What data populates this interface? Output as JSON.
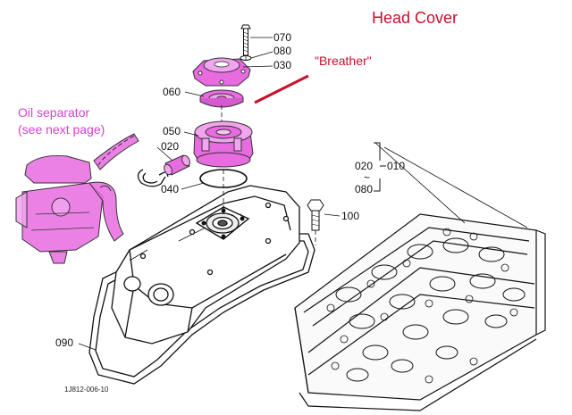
{
  "title": "Head Cover",
  "annotations": {
    "breather": "\"Breather\"",
    "oil_separator_line1": "Oil separator",
    "oil_separator_line2": "(see next page)"
  },
  "part_numbers": {
    "p070": "070",
    "p080": "080",
    "p030": "030",
    "p060": "060",
    "p050": "050",
    "p020": "020",
    "p040": "040",
    "p010": "010",
    "range_start": "020",
    "range_tilde": "~",
    "range_end": "080",
    "p100": "100",
    "p090": "090"
  },
  "figure_code": "1J812-006-10",
  "colors": {
    "title_red": "#c8102e",
    "highlight_pink": "#e86be0",
    "annotation_pink": "#d63fd0",
    "line": "#111111"
  }
}
